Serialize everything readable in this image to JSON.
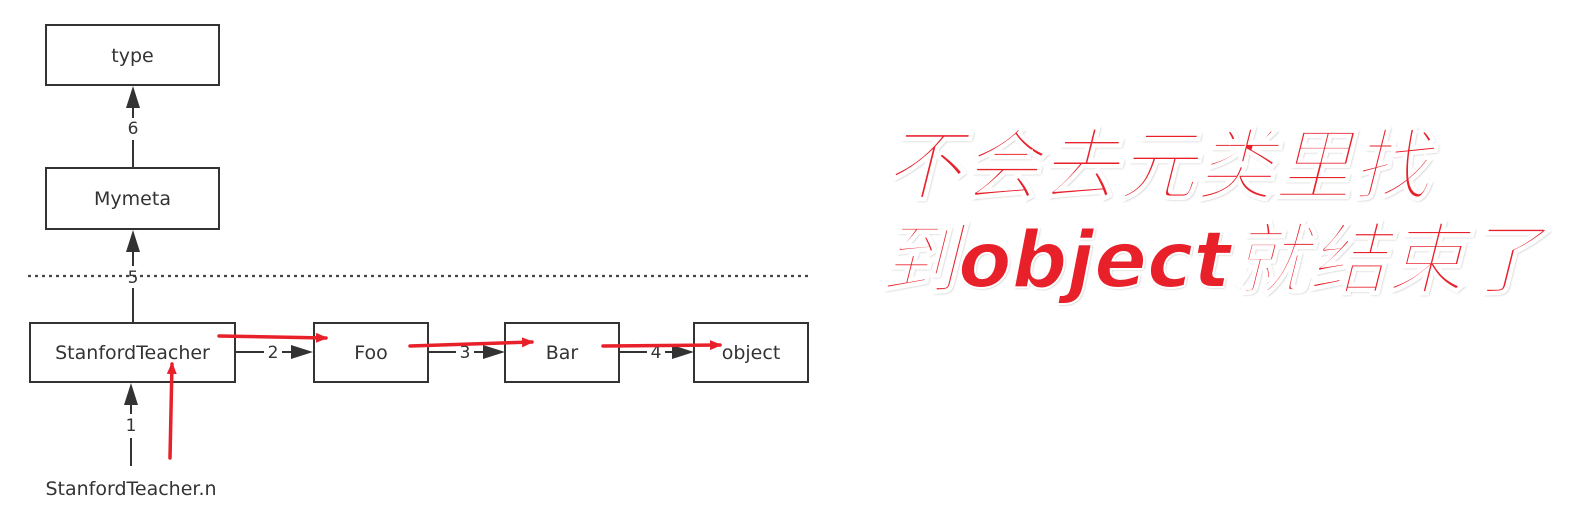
{
  "diagram": {
    "nodes": {
      "type": "type",
      "mymeta": "Mymeta",
      "stanford": "StanfordTeacher",
      "foo": "Foo",
      "bar": "Bar",
      "object": "object",
      "instance": "StanfordTeacher.n"
    },
    "edges": {
      "e1": "1",
      "e2": "2",
      "e3": "3",
      "e4": "4",
      "e5": "5",
      "e6": "6"
    }
  },
  "annotation": {
    "line1": "不会去元类里找",
    "line2": "到object就结束了",
    "color": "#e8202a"
  }
}
